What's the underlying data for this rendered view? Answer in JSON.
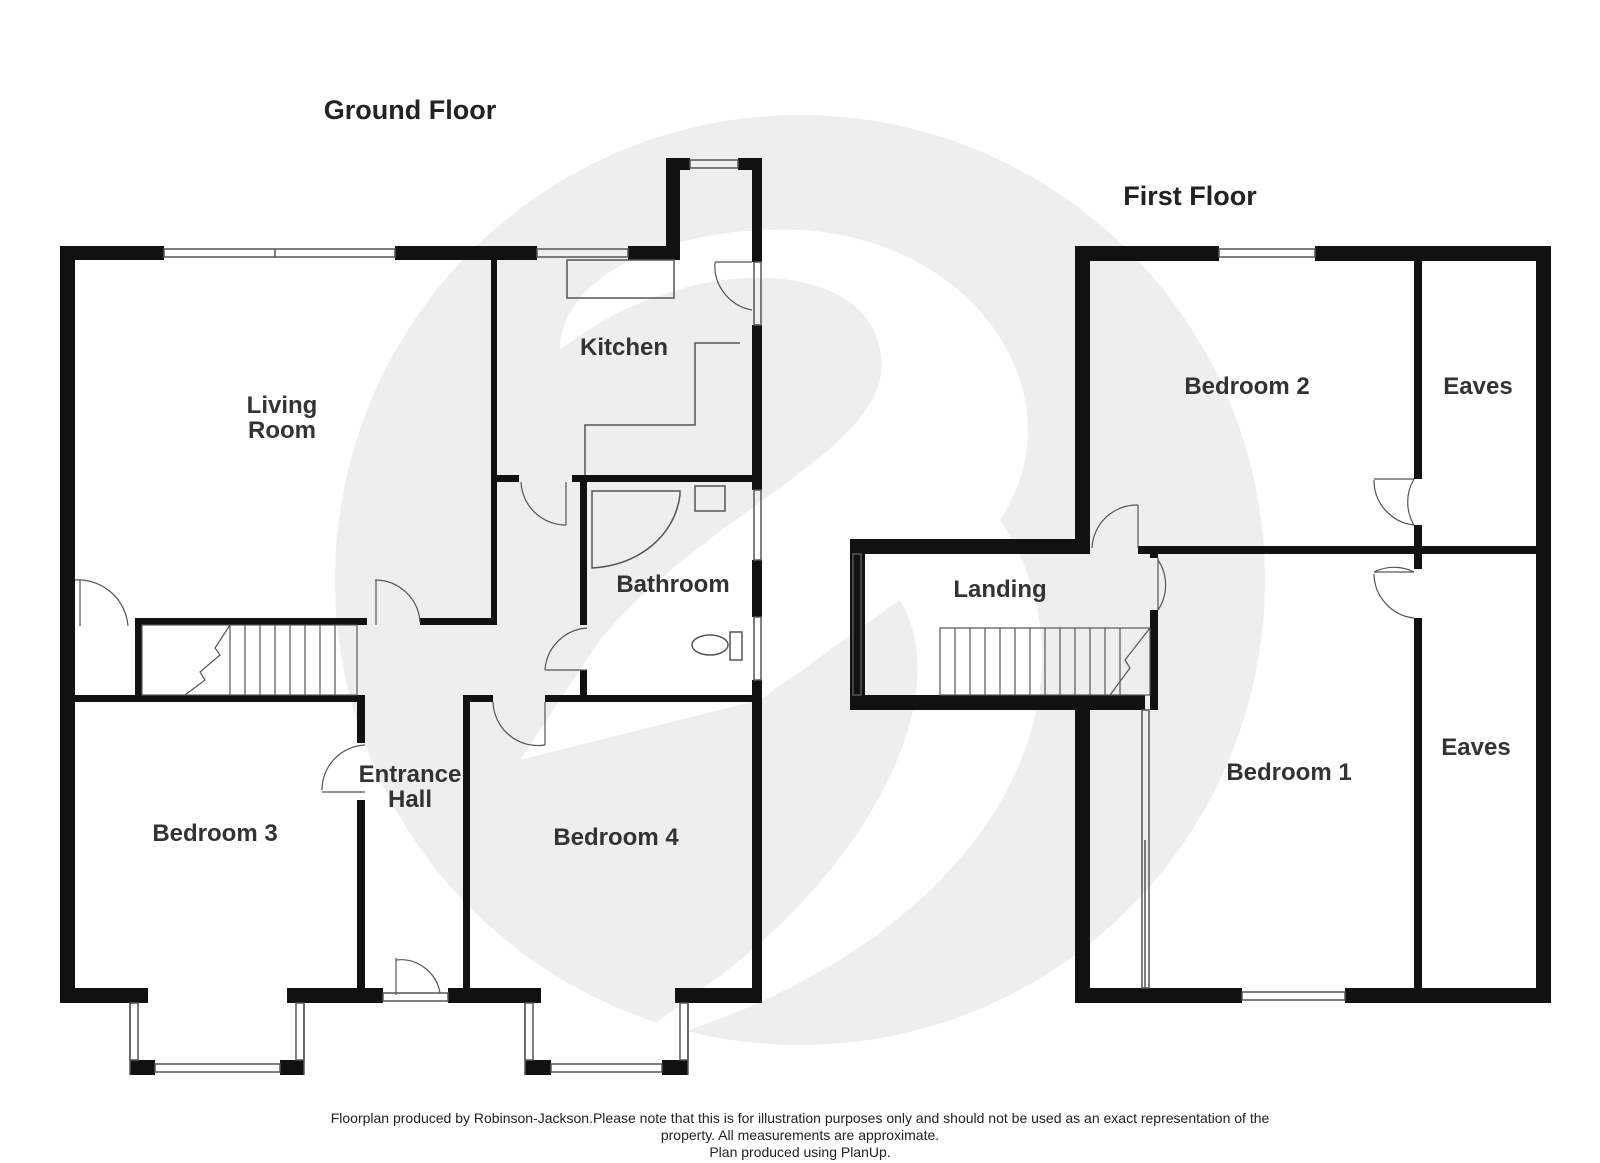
{
  "floors": {
    "ground_title": "Ground Floor",
    "first_title": "First Floor"
  },
  "rooms": {
    "living_room": [
      "Living",
      "Room"
    ],
    "kitchen": "Kitchen",
    "bathroom": "Bathroom",
    "entrance_hall": [
      "Entrance",
      "Hall"
    ],
    "bedroom_3": "Bedroom 3",
    "bedroom_4": "Bedroom 4",
    "bedroom_2": "Bedroom 2",
    "bedroom_1": "Bedroom 1",
    "landing": "Landing",
    "eaves_upper": "Eaves",
    "eaves_lower": "Eaves"
  },
  "footer": {
    "line1": "Floorplan produced by Robinson-Jackson.Please note that this is for illustration purposes only and should not be used as an exact representation of the",
    "line2": "property. All measurements are approximate.",
    "line3": "Plan produced using PlanUp."
  },
  "colors": {
    "wall": "#111111",
    "line": "#555555",
    "watermark": "#eeeeee"
  }
}
